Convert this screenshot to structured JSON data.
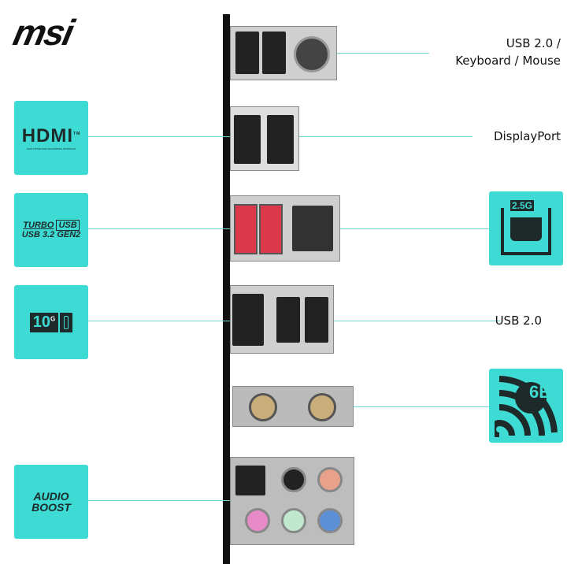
{
  "brand": {
    "logo": "msi"
  },
  "labels": {
    "usb_kb_mouse_line1": "USB 2.0 /",
    "usb_kb_mouse_line2": "Keyboard / Mouse",
    "displayport": "DisplayPort",
    "usb20": "USB 2.0"
  },
  "badges": {
    "hdmi": {
      "title": "HDMI",
      "sub": "HIGH-DEFINITION MULTIMEDIA INTERFACE",
      "tm": "TM"
    },
    "turbo_usb": {
      "line1": "TURBO",
      "usb": "USB",
      "line2": "USB 3.2 GEN2"
    },
    "ten_g": {
      "text": "10",
      "sup": "G"
    },
    "lan": {
      "text": "2.5G"
    },
    "wifi": {
      "text": "6E"
    },
    "audio": {
      "line1": "AUDIO",
      "line2": "BOOST"
    }
  },
  "colors": {
    "accent": "#3ddbd3",
    "dark": "#1e2a2a",
    "line": "#6fd6d2"
  }
}
